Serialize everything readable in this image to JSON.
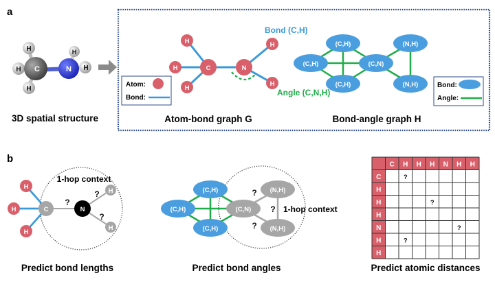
{
  "panel_a": {
    "label": "a",
    "structure_caption": "3D spatial structure",
    "atom_bond_caption": "Atom-bond graph G",
    "bond_angle_caption": "Bond-angle graph H",
    "bond_annotation": "Bond (C,H)",
    "angle_annotation": "Angle (C,N,H)",
    "legend_g": {
      "atom": "Atom:",
      "bond": "Bond:"
    },
    "legend_h": {
      "bond": "Bond:",
      "angle": "Angle:"
    },
    "molecule_3d": {
      "carbon": "C",
      "nitrogen": "N",
      "hydrogen": "H"
    },
    "graph_g_atoms": [
      "H",
      "H",
      "H",
      "C",
      "N",
      "H",
      "H"
    ],
    "graph_h_nodes": [
      "(C,H)",
      "(C,H)",
      "(C,H)",
      "(C,N)",
      "(N,H)",
      "(N,H)"
    ]
  },
  "panel_b": {
    "label": "b",
    "bond_lengths": {
      "caption": "Predict bond lengths",
      "context_label": "1-hop context",
      "atoms": [
        "H",
        "H",
        "H",
        "C",
        "N",
        "H",
        "H"
      ],
      "unknown_mark": "?"
    },
    "bond_angles": {
      "caption": "Predict bond angles",
      "context_label": "1-hop context",
      "nodes": [
        "(C,H)",
        "(C,H)",
        "(C,H)",
        "(C,N)",
        "(N,H)",
        "(N,H)"
      ],
      "unknown_mark": "?"
    },
    "atomic_distances": {
      "caption": "Predict atomic distances",
      "col_headers": [
        "C",
        "H",
        "H",
        "H",
        "N",
        "H",
        "H"
      ],
      "row_headers": [
        "C",
        "H",
        "H",
        "H",
        "N",
        "H",
        "H"
      ],
      "unknown_cells": [
        [
          0,
          1
        ],
        [
          2,
          3
        ],
        [
          4,
          5
        ],
        [
          5,
          1
        ]
      ],
      "unknown_mark": "?"
    }
  },
  "colors": {
    "atom_red": "#d9606a",
    "bond_blue": "#3a9ad9",
    "node_blue": "#4a9ee0",
    "angle_green": "#1fad4a",
    "grey": "#a6a6a6",
    "frame_navy": "#2e4a8c",
    "header_red": "#d9606a"
  }
}
